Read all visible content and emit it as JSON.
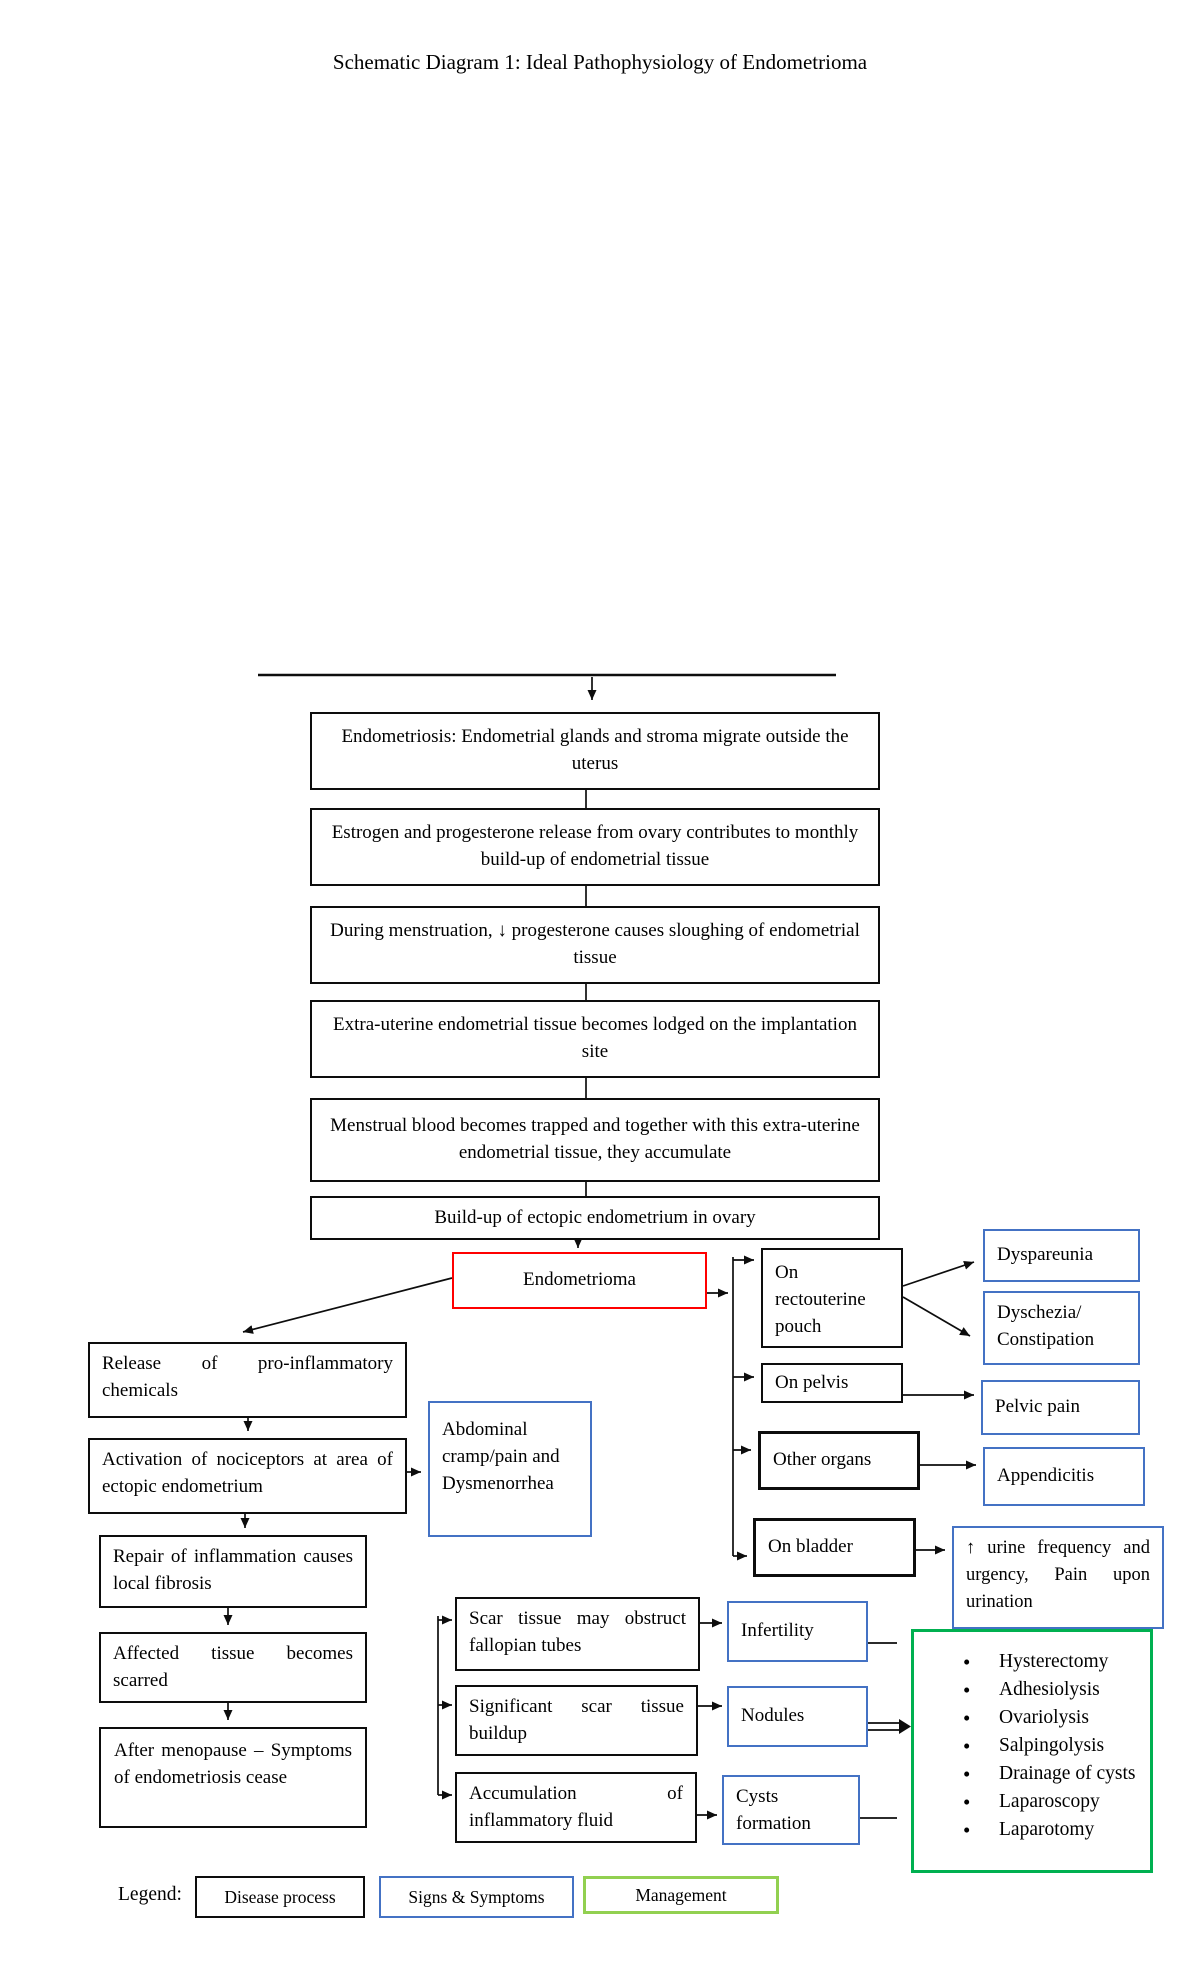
{
  "title": "Schematic Diagram 1: Ideal Pathophysiology of Endometrioma",
  "colors": {
    "disease": "#0d0d0d",
    "signs": "#4472C4",
    "management": "#00B050",
    "legend-management": "#92D050",
    "endometrioma": "#FF0000"
  },
  "flow_steps": [
    "Endometriosis: Endometrial glands and stroma migrate outside the uterus",
    "Estrogen and progesterone release from ovary contributes to monthly build-up of endometrial tissue",
    "During menstruation, ↓ progesterone causes sloughing of endometrial tissue",
    "Extra-uterine endometrial tissue becomes lodged on the implantation site",
    "Menstrual blood becomes trapped and together with this extra-uterine endometrial tissue, they accumulate",
    "Build-up of ectopic endometrium in ovary"
  ],
  "endometrioma_label": "Endometrioma",
  "inflammation_steps": [
    "Release of pro-inflammatory chemicals",
    "Activation of nociceptors at area of ectopic endometrium",
    "Repair of inflammation causes local fibrosis",
    "Affected tissue becomes scarred",
    "After menopause – Symptoms of endometriosis cease"
  ],
  "abdominal_symptom": "Abdominal cramp/pain and Dysmenorrhea",
  "implantation_sites": [
    "On rectouterine pouch",
    "On pelvis",
    "Other organs",
    "On bladder"
  ],
  "site_symptoms": [
    "Dyspareunia",
    "Dyschezia/ Constipation",
    "Pelvic pain",
    "Appendicitis",
    "↑ urine frequency and urgency, Pain upon urination"
  ],
  "scar_processes": [
    "Scar tissue may obstruct fallopian tubes",
    "Significant scar tissue buildup",
    "Accumulation of inflammatory fluid"
  ],
  "scar_outcomes": [
    "Infertility",
    "Nodules",
    "Cysts formation"
  ],
  "management_items": [
    "Hysterectomy",
    "Adhesiolysis",
    "Ovariolysis",
    "Salpingolysis",
    "Drainage of cysts",
    "Laparoscopy",
    "Laparotomy"
  ],
  "legend": {
    "label": "Legend:",
    "disease": "Disease process",
    "signs": "Signs & Symptoms",
    "management": "Management"
  }
}
